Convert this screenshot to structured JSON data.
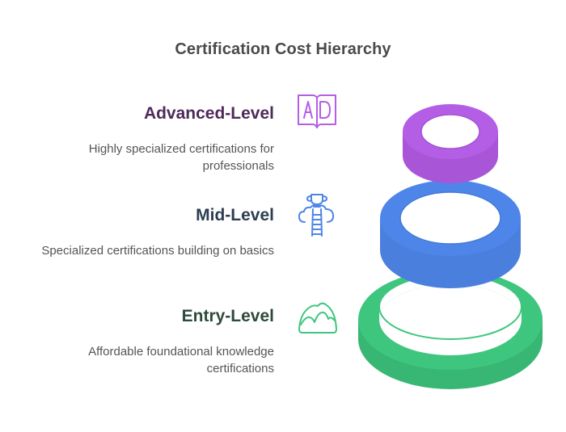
{
  "title": "Certification Cost Hierarchy",
  "levels": [
    {
      "title": "Advanced-Level",
      "desc_lines": [
        "Highly specialized certifications for",
        "professionals"
      ],
      "icon": "ad-book-icon",
      "color": "#b45ee6",
      "title_color": "#4e2a59"
    },
    {
      "title": "Mid-Level",
      "desc_lines": [
        "Specialized certifications building on basics"
      ],
      "icon": "trophy-ladder-icon",
      "color": "#4d86e8",
      "title_color": "#2c3e50"
    },
    {
      "title": "Entry-Level",
      "desc_lines": [
        "Affordable foundational knowledge",
        "certifications"
      ],
      "icon": "mountain-icon",
      "color": "#3ec67e",
      "title_color": "#2f4a3c"
    }
  ]
}
